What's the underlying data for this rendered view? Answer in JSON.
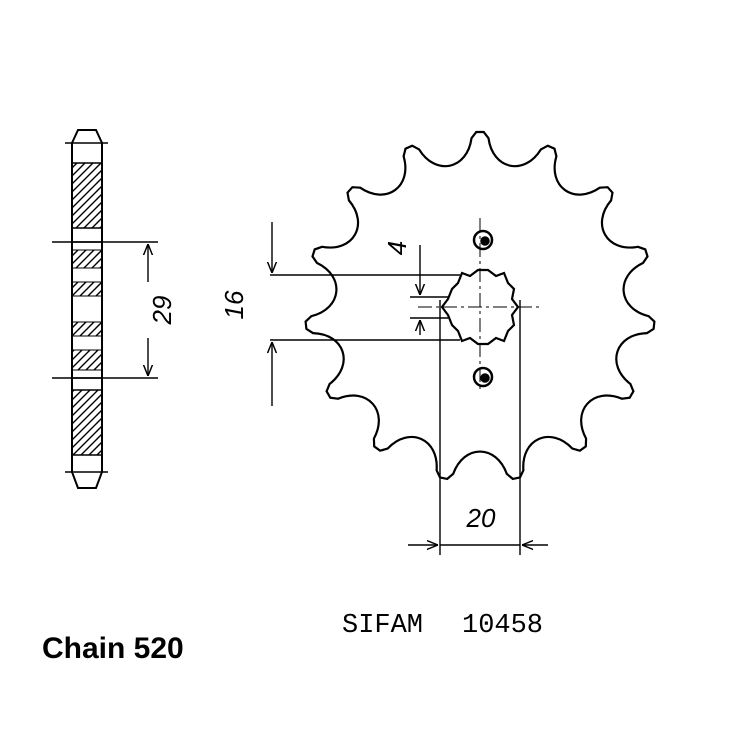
{
  "side_view": {
    "dim_label": "29"
  },
  "front_view": {
    "teeth": 15,
    "dim_spline_label": "16",
    "dim_width_label": "4",
    "dim_bottom_label": "20"
  },
  "brand": "SIFAM",
  "part_number": "10458",
  "chain_label": "Chain 520",
  "colors": {
    "line": "#000000",
    "background": "#ffffff"
  }
}
